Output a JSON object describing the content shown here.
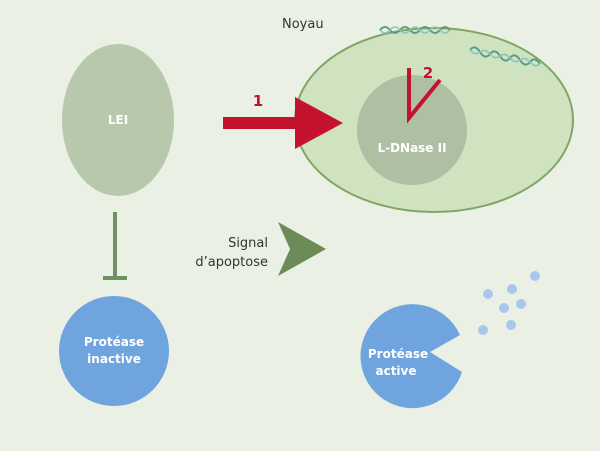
{
  "labels": {
    "noyau": "Noyau",
    "lei": "LEI",
    "ldnase": "L-DNase II",
    "step1": "1",
    "step2": "2",
    "signal_line1": "Signal",
    "signal_line2": "d’apoptose",
    "protease_inactive_line1": "Protéase",
    "protease_inactive_line2": "inactive",
    "protease_active_line1": "Protéase",
    "protease_active_line2": "active"
  },
  "colors": {
    "background": "#eaf1e4",
    "nucleus_fill": "#cfe3c1",
    "nucleus_stroke": "#7fa664",
    "lei_fill": "#b7c8ad",
    "inner_fill": "#aebfa4",
    "red_arrow": "#c4122f",
    "green_arrow": "#6c8b56",
    "inhibit_line": "#6f9060",
    "protease_blue": "#6fa4de",
    "dna_teal": "#5a9c8c",
    "dots_blue": "#a8c7ef"
  }
}
